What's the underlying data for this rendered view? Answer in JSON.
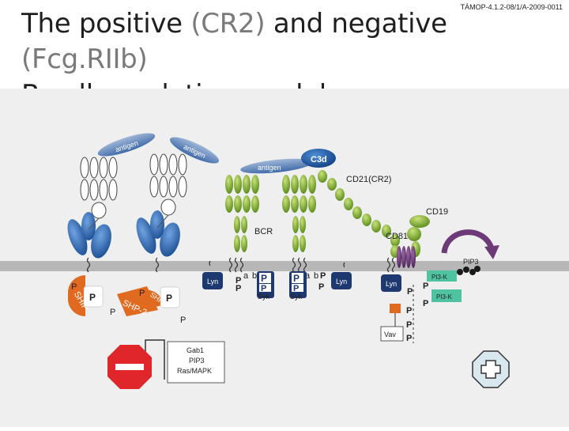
{
  "reference": "TÁMOP-4.1.2-08/1/A-2009-0011",
  "title": {
    "part1": "The positive ",
    "part2": "(CR2)",
    "part3": " and negative ",
    "part4": "(Fcg.RIIb)",
    "line2": "B cell regulation model"
  },
  "labels": {
    "antigen1": "antigen",
    "antigen2": "antigen",
    "antigen3": "antigen",
    "c3d": "C3d",
    "cd21": "CD21(CR2)",
    "cd19": "CD19",
    "bcr": "BCR",
    "cd81": "CD81",
    "pip3": "PIP3",
    "lyn1": "Lyn",
    "lyn2": "Lyn",
    "lyn3": "Lyn",
    "syk1": "Syk",
    "syk2": "Syk",
    "ship": "SHIP",
    "shp2": "SHP-2",
    "shp": "SHP",
    "a1": "a",
    "b1": "b",
    "a2": "a",
    "b2": "b",
    "pi3k1": "PI3-K",
    "pi3k2": "PI3-K",
    "vav": "Vav",
    "gab1": "Gab1",
    "pip3b": "PIP3",
    "rasmapk": "Ras/MAPK",
    "p": "P"
  },
  "colors": {
    "membrane": "#b7b7b7",
    "receptor_blue": "#2f6db3",
    "bcr_green": "#8db83a",
    "c3d_blue": "#1f5fa8",
    "kinase_navy": "#1e3870",
    "pi3k_green": "#4fc3a1",
    "stop_red": "#e0252b",
    "cd81_purple": "#6d3a78"
  },
  "icons": [
    "stop-sign-icon",
    "plus-cross-icon",
    "circular-arrow-icon"
  ]
}
